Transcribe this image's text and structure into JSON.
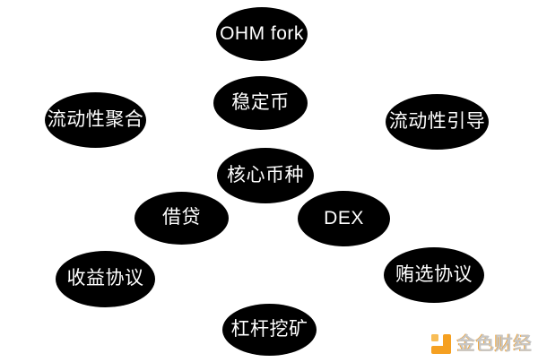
{
  "page": {
    "background_color": "#ffffff"
  },
  "diagram": {
    "type": "concept-map",
    "node_fill_color": "#000000",
    "node_text_color": "#ffffff",
    "connections": [],
    "nodes": [
      {
        "name": "ohm-fork",
        "label": "OHM fork"
      },
      {
        "name": "stablecoin",
        "label": "稳定币"
      },
      {
        "name": "liquidity-aggregation",
        "label": "流动性聚合"
      },
      {
        "name": "liquidity-bootstrapping",
        "label": "流动性引导"
      },
      {
        "name": "core-coins",
        "label": "核心币种"
      },
      {
        "name": "lending",
        "label": "借贷"
      },
      {
        "name": "dex",
        "label": "DEX"
      },
      {
        "name": "yield-protocol",
        "label": "收益协议"
      },
      {
        "name": "bribe-protocol",
        "label": "贿选协议"
      },
      {
        "name": "leveraged-mining",
        "label": "杠杆挖矿"
      }
    ]
  },
  "watermark": {
    "brand": "金色财经",
    "icon_dark_color": "#f5a021",
    "icon_light_color": "#f8bd56",
    "text_color": "#c6c6c6",
    "accent_color": "#f0a53a"
  }
}
